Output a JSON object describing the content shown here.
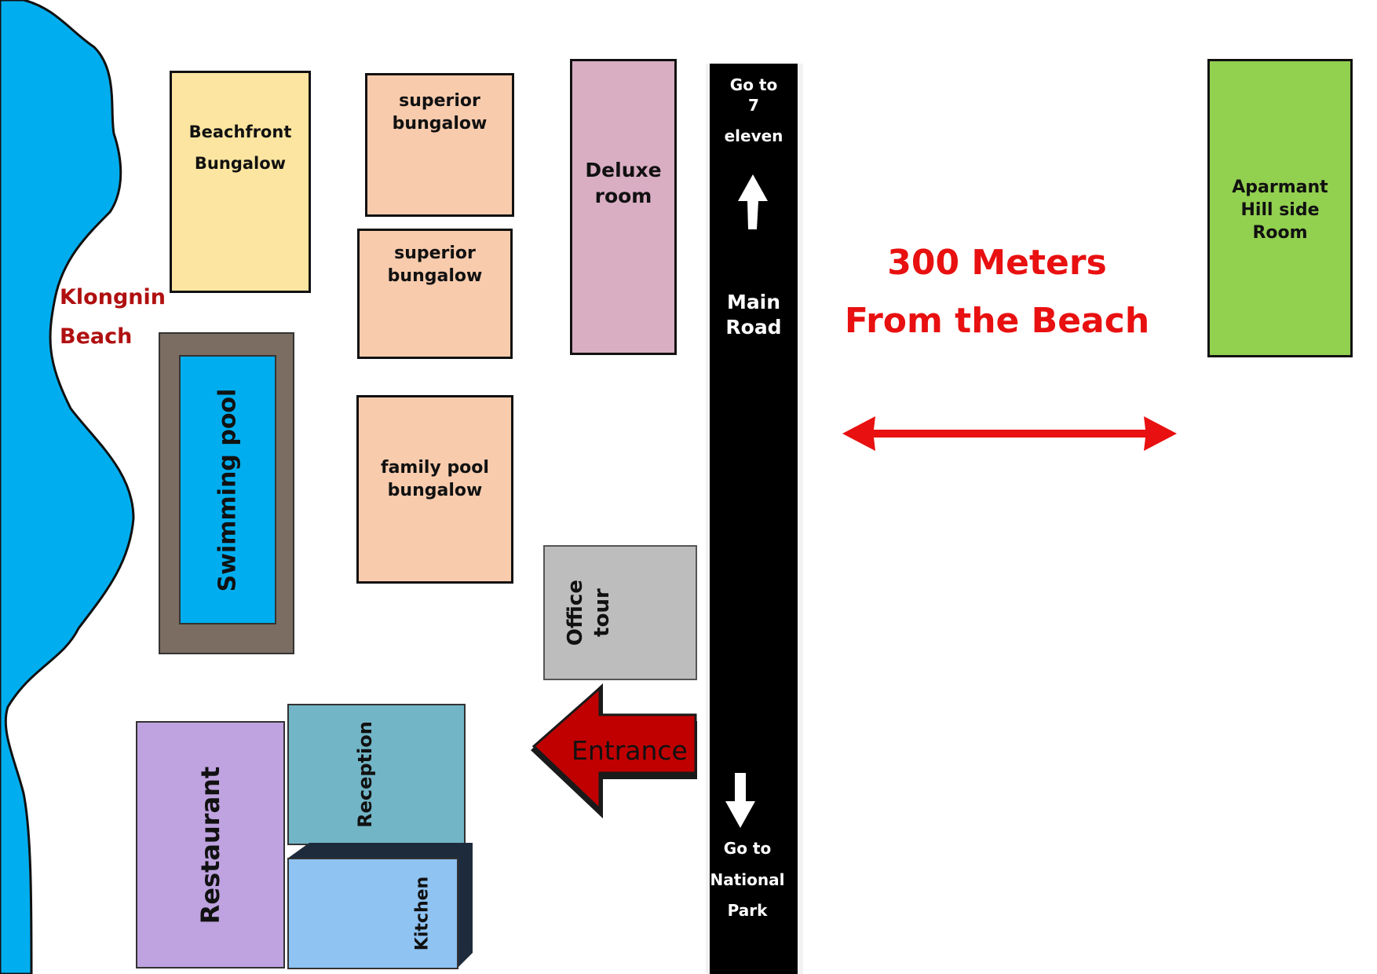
{
  "map": {
    "beach": {
      "label_line1": "Klongnin",
      "label_line2": "Beach",
      "color": "#00aeef"
    },
    "buildings": {
      "beachfront": {
        "line1": "Beachfront",
        "line2": "Bungalow",
        "color": "#fbe5a0"
      },
      "superior_1": {
        "line1": "superior",
        "line2": "bungalow",
        "color": "#f8cbad"
      },
      "superior_2": {
        "line1": "superior",
        "line2": "bungalow",
        "color": "#f8cbad"
      },
      "deluxe": {
        "line1": "Deluxe",
        "line2": "room",
        "color": "#d9aec3"
      },
      "family_pool": {
        "line1": "family pool",
        "line2": "bungalow",
        "color": "#f8cbad"
      },
      "swimming_pool": {
        "label": "Swimming pool",
        "color": "#00aeef",
        "border_color": "#7b6d61"
      },
      "office_tour": {
        "line1": "Office",
        "line2": "tour",
        "color": "#bdbdbd"
      },
      "restaurant": {
        "label": "Restaurant",
        "color": "#bfa3e0"
      },
      "reception": {
        "label": "Reception",
        "color": "#72b5c6"
      },
      "kitchen": {
        "label": "Kitchen",
        "color": "#8ec3f2",
        "side_color": "#1e2b3c"
      },
      "apartment": {
        "line1": "Aparmant",
        "line2": "Hill side",
        "line3": "Room",
        "color": "#92d050"
      }
    },
    "entrance": {
      "label": "Entrance",
      "color": "#c00000"
    },
    "road": {
      "label_line1": "Main",
      "label_line2": "Road",
      "north_line1": "Go to",
      "north_line2": "7",
      "north_line3": "eleven",
      "south_line1": "Go to",
      "south_line2": "National",
      "south_line3": "Park",
      "color": "#000000"
    },
    "distance": {
      "line1": "300 Meters",
      "line2": "From the Beach",
      "color": "#e81010"
    }
  }
}
